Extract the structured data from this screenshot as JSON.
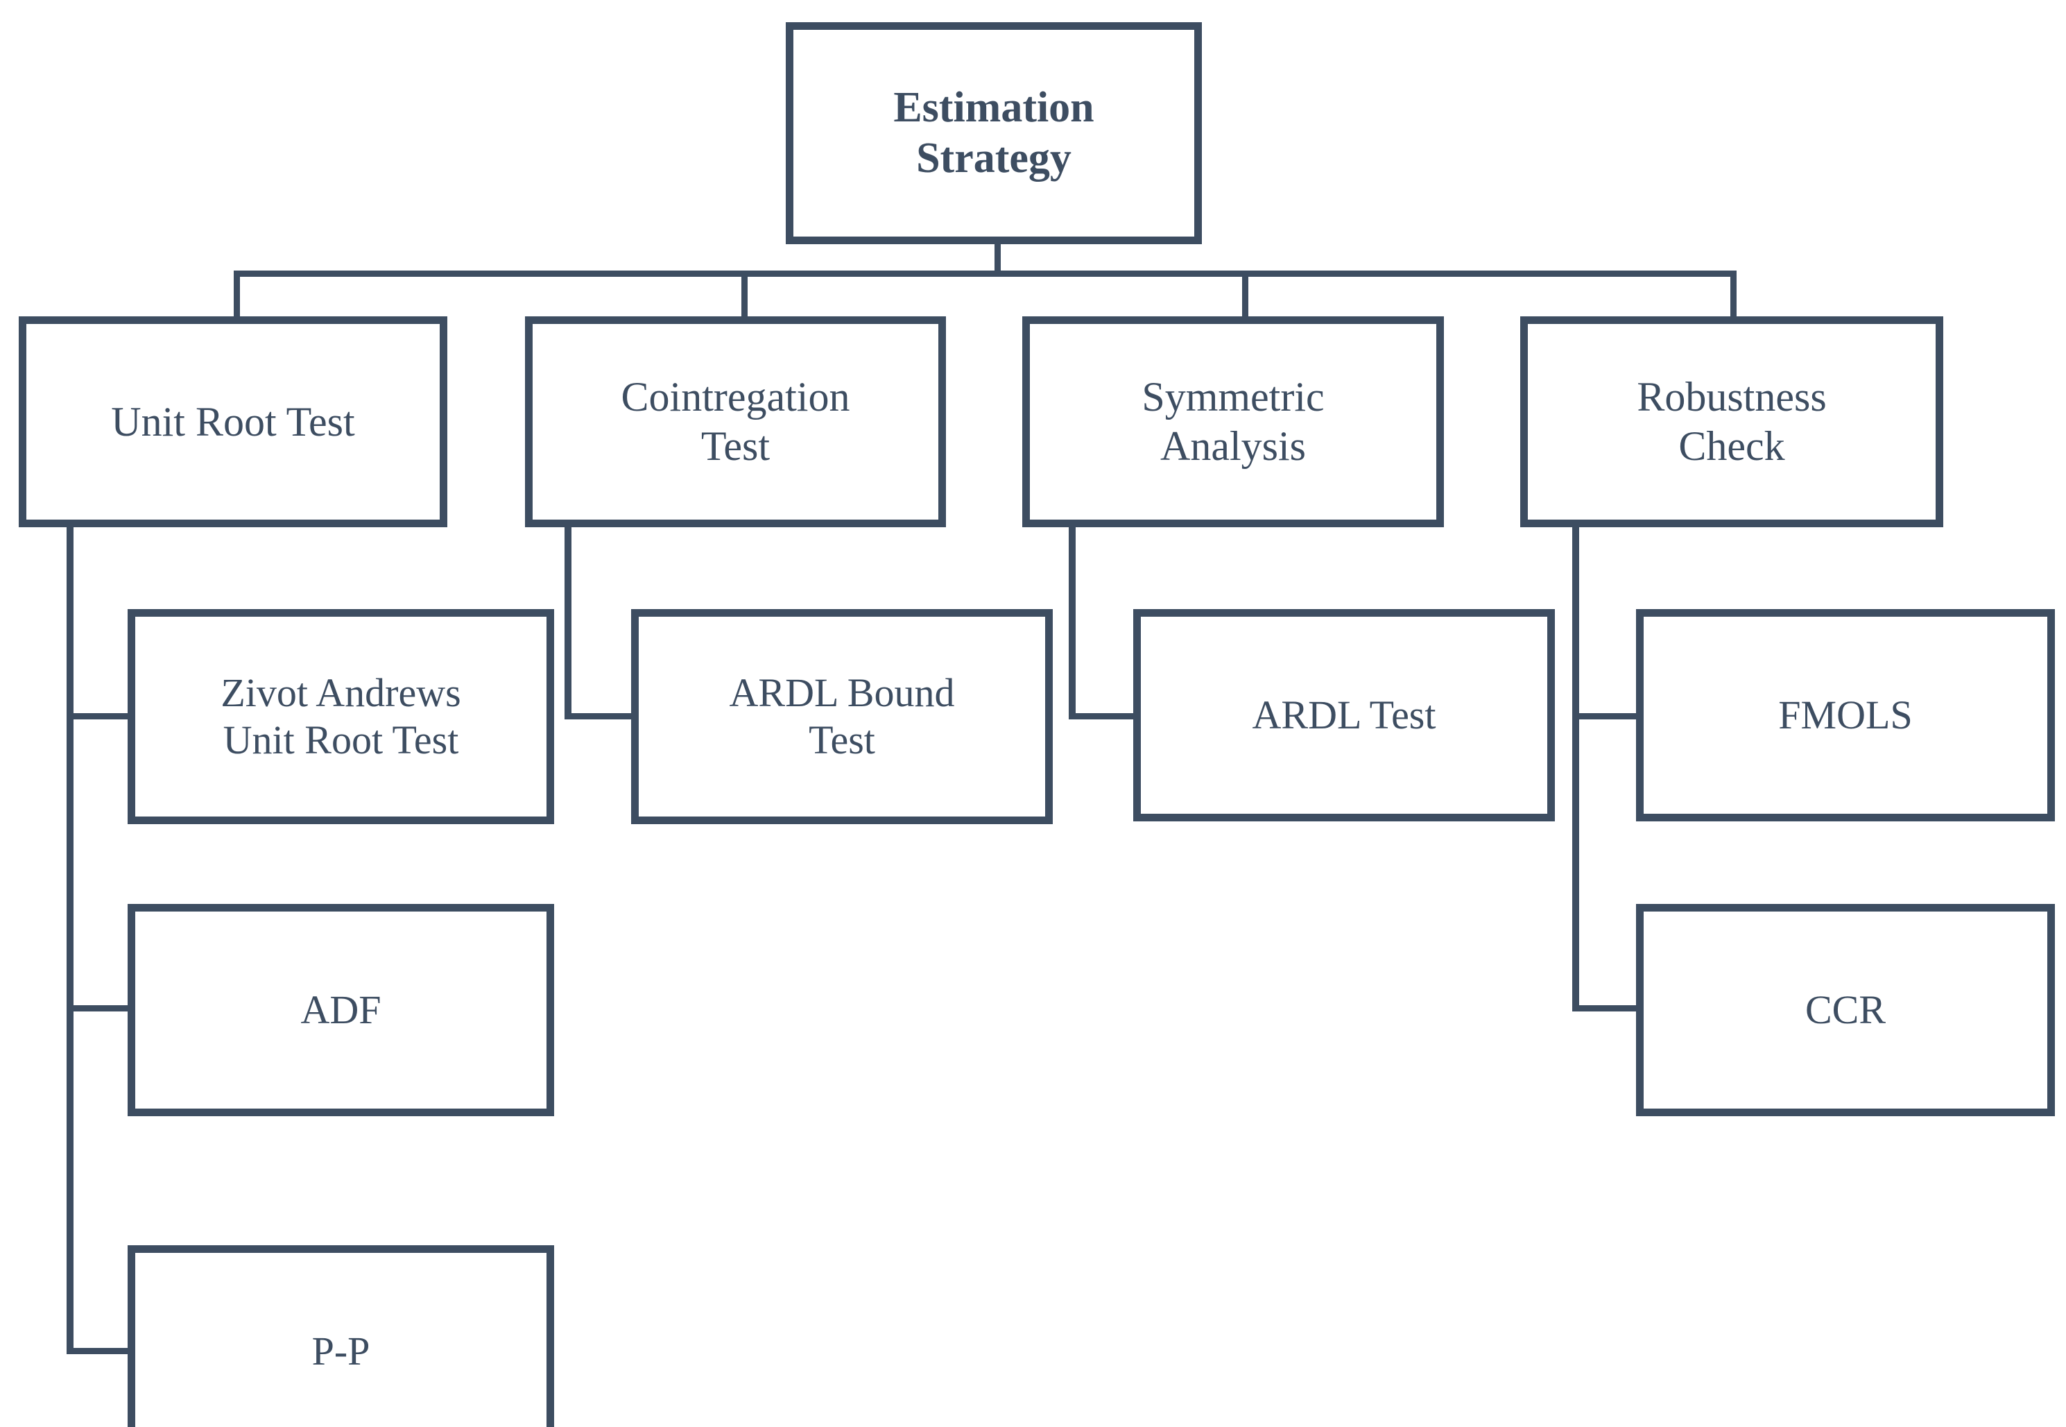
{
  "diagram": {
    "title": "Estimation Strategy",
    "accent_color": "#3d4d61",
    "background_color": "#ffffff",
    "root": {
      "id": "estimation-strategy",
      "label": "Estimation\nStrategy",
      "bold": true
    },
    "level2": [
      {
        "id": "unit-root-test",
        "label": "Unit Root Test"
      },
      {
        "id": "cointregation-test",
        "label": "Cointregation\nTest"
      },
      {
        "id": "symmetric-analysis",
        "label": "Symmetric\nAnalysis"
      },
      {
        "id": "robustness-check",
        "label": "Robustness\nCheck"
      }
    ],
    "level3": [
      {
        "id": "zivot-andrews-unit-root-test",
        "label": "Zivot Andrews\nUnit Root Test",
        "parent": "unit-root-test"
      },
      {
        "id": "adf",
        "label": "ADF",
        "parent": "unit-root-test"
      },
      {
        "id": "p-p",
        "label": "P-P",
        "parent": "unit-root-test"
      },
      {
        "id": "ardl-bound-test",
        "label": "ARDL Bound\nTest",
        "parent": "cointregation-test"
      },
      {
        "id": "ardl-test",
        "label": "ARDL Test",
        "parent": "symmetric-analysis"
      },
      {
        "id": "fmols",
        "label": "FMOLS",
        "parent": "robustness-check"
      },
      {
        "id": "ccr",
        "label": "CCR",
        "parent": "robustness-check"
      }
    ]
  }
}
